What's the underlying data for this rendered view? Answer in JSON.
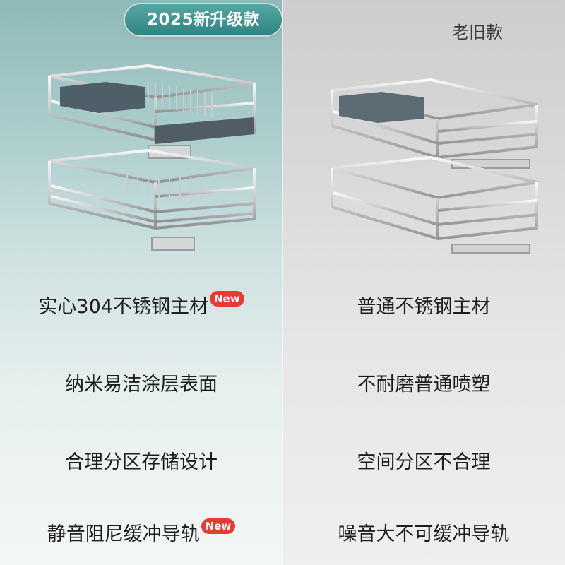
{
  "new_version": {
    "title": "2025新升级款",
    "features": [
      {
        "text": "实心304不锈钢主材",
        "badge": "New"
      },
      {
        "text": "纳米易洁涂层表面",
        "badge": ""
      },
      {
        "text": "合理分区存储设计",
        "badge": ""
      },
      {
        "text": "静音阻尼缓冲导轨",
        "badge": "New"
      }
    ]
  },
  "old_version": {
    "title": "老旧款",
    "features": [
      {
        "text": "普通不锈钢主材"
      },
      {
        "text": "不耐磨普通喷塑"
      },
      {
        "text": "空间分区不合理"
      },
      {
        "text": "噪音大不可缓冲导轨"
      }
    ]
  },
  "colors": {
    "accent_teal": "#2f8581",
    "badge_red": "#e83a2e",
    "tray_gray": "#4e5f69"
  },
  "icons": [
    "two-tier-pull-out-basket-new",
    "two-tier-pull-out-basket-old"
  ]
}
